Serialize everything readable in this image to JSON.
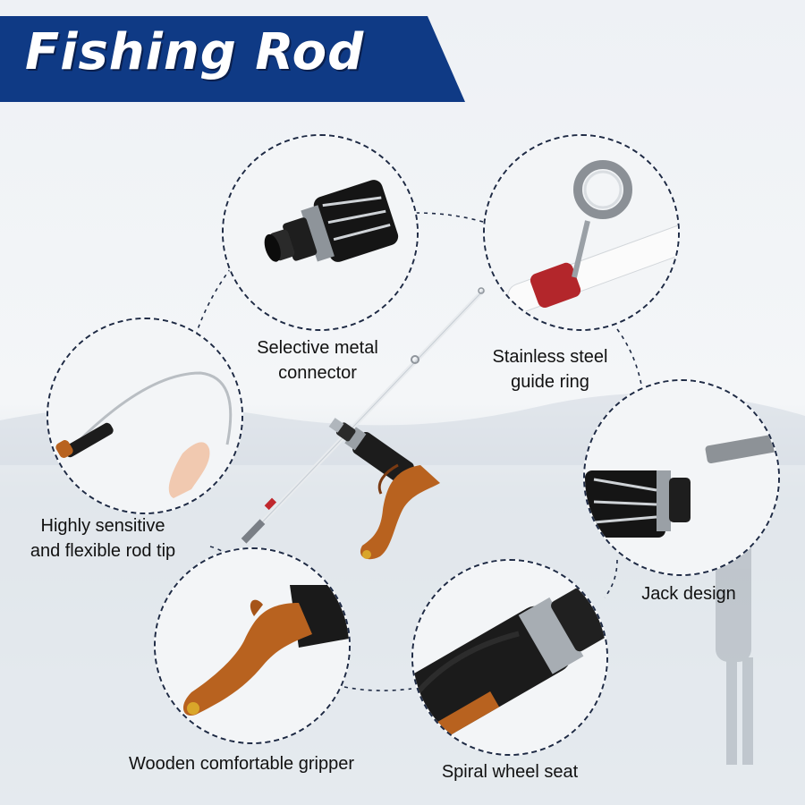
{
  "title": "Fishing Rod",
  "colors": {
    "banner": "#0f3a85",
    "banner_dark": "#0a1f4d",
    "cork": "#b8621f",
    "grip": "#1a1a1a",
    "accent_red": "#c0282d"
  },
  "features": {
    "connector": {
      "label_line1": "Selective metal",
      "label_line2": "connector",
      "icon": "metal-connector-icon"
    },
    "guide_ring": {
      "label_line1": "Stainless steel",
      "label_line2": "guide ring",
      "icon": "guide-ring-icon"
    },
    "rod_tip": {
      "label_line1": "Highly sensitive",
      "label_line2": "and flexible rod tip",
      "icon": "flexible-rod-tip-icon"
    },
    "jack": {
      "label_line1": "Jack design",
      "icon": "jack-joint-icon"
    },
    "gripper": {
      "label_line1": "Wooden comfortable gripper",
      "icon": "wooden-grip-icon"
    },
    "wheel_seat": {
      "label_line1": "Spiral wheel seat",
      "icon": "reel-seat-icon"
    }
  }
}
